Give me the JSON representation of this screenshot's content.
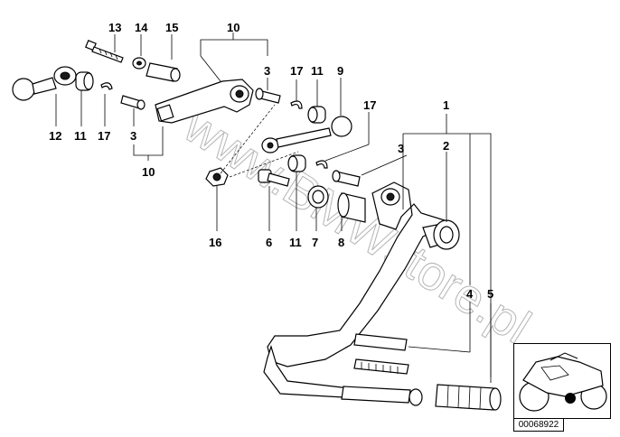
{
  "diagram": {
    "watermark": "www.BMWstore.pl",
    "reference_code": "00068922",
    "callouts": [
      {
        "id": "c13",
        "text": "13"
      },
      {
        "id": "c14",
        "text": "14"
      },
      {
        "id": "c15",
        "text": "15"
      },
      {
        "id": "c10a",
        "text": "10"
      },
      {
        "id": "c3a",
        "text": "3"
      },
      {
        "id": "c17a",
        "text": "17"
      },
      {
        "id": "c11a",
        "text": "11"
      },
      {
        "id": "c9",
        "text": "9"
      },
      {
        "id": "c12",
        "text": "12"
      },
      {
        "id": "c11b",
        "text": "11"
      },
      {
        "id": "c17b",
        "text": "17"
      },
      {
        "id": "c3b",
        "text": "3"
      },
      {
        "id": "c10b",
        "text": "10"
      },
      {
        "id": "c17c",
        "text": "17"
      },
      {
        "id": "c1",
        "text": "1"
      },
      {
        "id": "c3c",
        "text": "3"
      },
      {
        "id": "c2",
        "text": "2"
      },
      {
        "id": "c16",
        "text": "16"
      },
      {
        "id": "c6",
        "text": "6"
      },
      {
        "id": "c11c",
        "text": "11"
      },
      {
        "id": "c7",
        "text": "7"
      },
      {
        "id": "c8",
        "text": "8"
      },
      {
        "id": "c4",
        "text": "4"
      },
      {
        "id": "c5",
        "text": "5"
      }
    ]
  }
}
